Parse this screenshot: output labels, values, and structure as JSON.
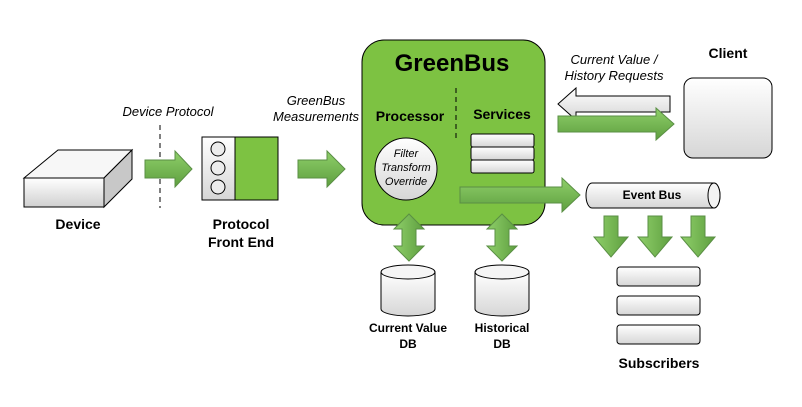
{
  "greenbus": {
    "title": "GreenBus",
    "processor_label": "Processor",
    "services_label": "Services",
    "processor_functions": [
      "Filter",
      "Transform",
      "Override"
    ]
  },
  "labels": {
    "device": "Device",
    "device_protocol": "Device Protocol",
    "greenbus_measurements": [
      "GreenBus",
      "Measurements"
    ],
    "protocol_front_end": [
      "Protocol",
      "Front End"
    ],
    "current_value_db": [
      "Current Value",
      "DB"
    ],
    "historical_db": [
      "Historical",
      "DB"
    ],
    "client": "Client",
    "client_requests": [
      "Current Value /",
      "History Requests"
    ],
    "event_bus": "Event Bus",
    "subscribers": "Subscribers"
  },
  "colors": {
    "green_fill": "#7dc242",
    "arrow_fill": "#73b35a",
    "arrow_stroke": "#5a8f44",
    "stroke": "#000000",
    "gray_fill": "#e8e8e8"
  }
}
